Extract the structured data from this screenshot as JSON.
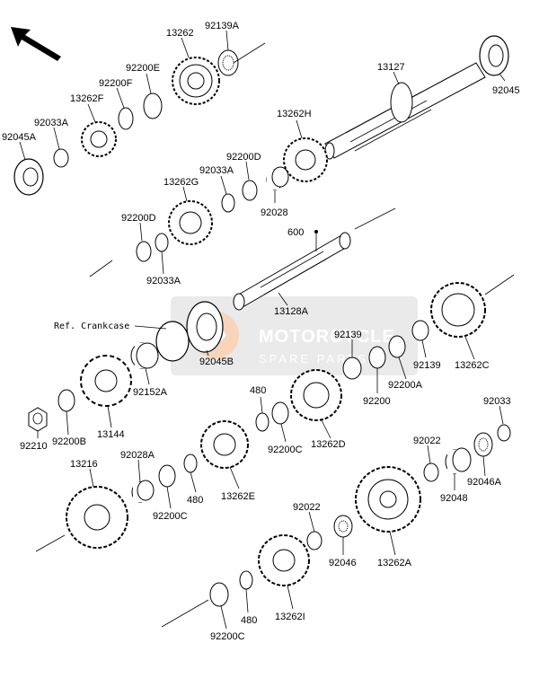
{
  "watermark": {
    "title": "MOTORCYCLE",
    "subtitle": "SPARE PARTS"
  },
  "reference_label": "Ref. Crankcase",
  "parts": [
    {
      "id": "p-13262",
      "text": "13262"
    },
    {
      "id": "p-92139A",
      "text": "92139A"
    },
    {
      "id": "p-92200E",
      "text": "92200E"
    },
    {
      "id": "p-92200F",
      "text": "92200F"
    },
    {
      "id": "p-13262F",
      "text": "13262F"
    },
    {
      "id": "p-92033A-top",
      "text": "92033A"
    },
    {
      "id": "p-92045A",
      "text": "92045A"
    },
    {
      "id": "p-13127",
      "text": "13127"
    },
    {
      "id": "p-92045",
      "text": "92045"
    },
    {
      "id": "p-13262H",
      "text": "13262H"
    },
    {
      "id": "p-92200D-top",
      "text": "92200D"
    },
    {
      "id": "p-92033A-mid",
      "text": "92033A"
    },
    {
      "id": "p-13262G",
      "text": "13262G"
    },
    {
      "id": "p-92028",
      "text": "92028"
    },
    {
      "id": "p-92200D-left",
      "text": "92200D"
    },
    {
      "id": "p-92033A-low",
      "text": "92033A"
    },
    {
      "id": "p-600",
      "text": "600"
    },
    {
      "id": "p-13128A",
      "text": "13128A"
    },
    {
      "id": "p-92045B",
      "text": "92045B"
    },
    {
      "id": "p-92152A",
      "text": "92152A"
    },
    {
      "id": "p-92139",
      "text": "92139"
    },
    {
      "id": "p-92139-b",
      "text": "92139"
    },
    {
      "id": "p-92200",
      "text": "92200"
    },
    {
      "id": "p-92200A",
      "text": "92200A"
    },
    {
      "id": "p-13262C",
      "text": "13262C"
    },
    {
      "id": "p-480-a",
      "text": "480"
    },
    {
      "id": "p-92200C-a",
      "text": "92200C"
    },
    {
      "id": "p-13262D",
      "text": "13262D"
    },
    {
      "id": "p-92210",
      "text": "92210"
    },
    {
      "id": "p-92200B",
      "text": "92200B"
    },
    {
      "id": "p-13144",
      "text": "13144"
    },
    {
      "id": "p-92033",
      "text": "92033"
    },
    {
      "id": "p-92022-a",
      "text": "92022"
    },
    {
      "id": "p-92048",
      "text": "92048"
    },
    {
      "id": "p-92046A",
      "text": "92046A"
    },
    {
      "id": "p-13216",
      "text": "13216"
    },
    {
      "id": "p-92028A",
      "text": "92028A"
    },
    {
      "id": "p-92200C-b",
      "text": "92200C"
    },
    {
      "id": "p-480-b",
      "text": "480"
    },
    {
      "id": "p-13262E",
      "text": "13262E"
    },
    {
      "id": "p-92022-b",
      "text": "92022"
    },
    {
      "id": "p-92046",
      "text": "92046"
    },
    {
      "id": "p-13262A",
      "text": "13262A"
    },
    {
      "id": "p-480-c",
      "text": "480"
    },
    {
      "id": "p-13262I",
      "text": "13262I"
    },
    {
      "id": "p-92200C-c",
      "text": "92200C"
    }
  ]
}
